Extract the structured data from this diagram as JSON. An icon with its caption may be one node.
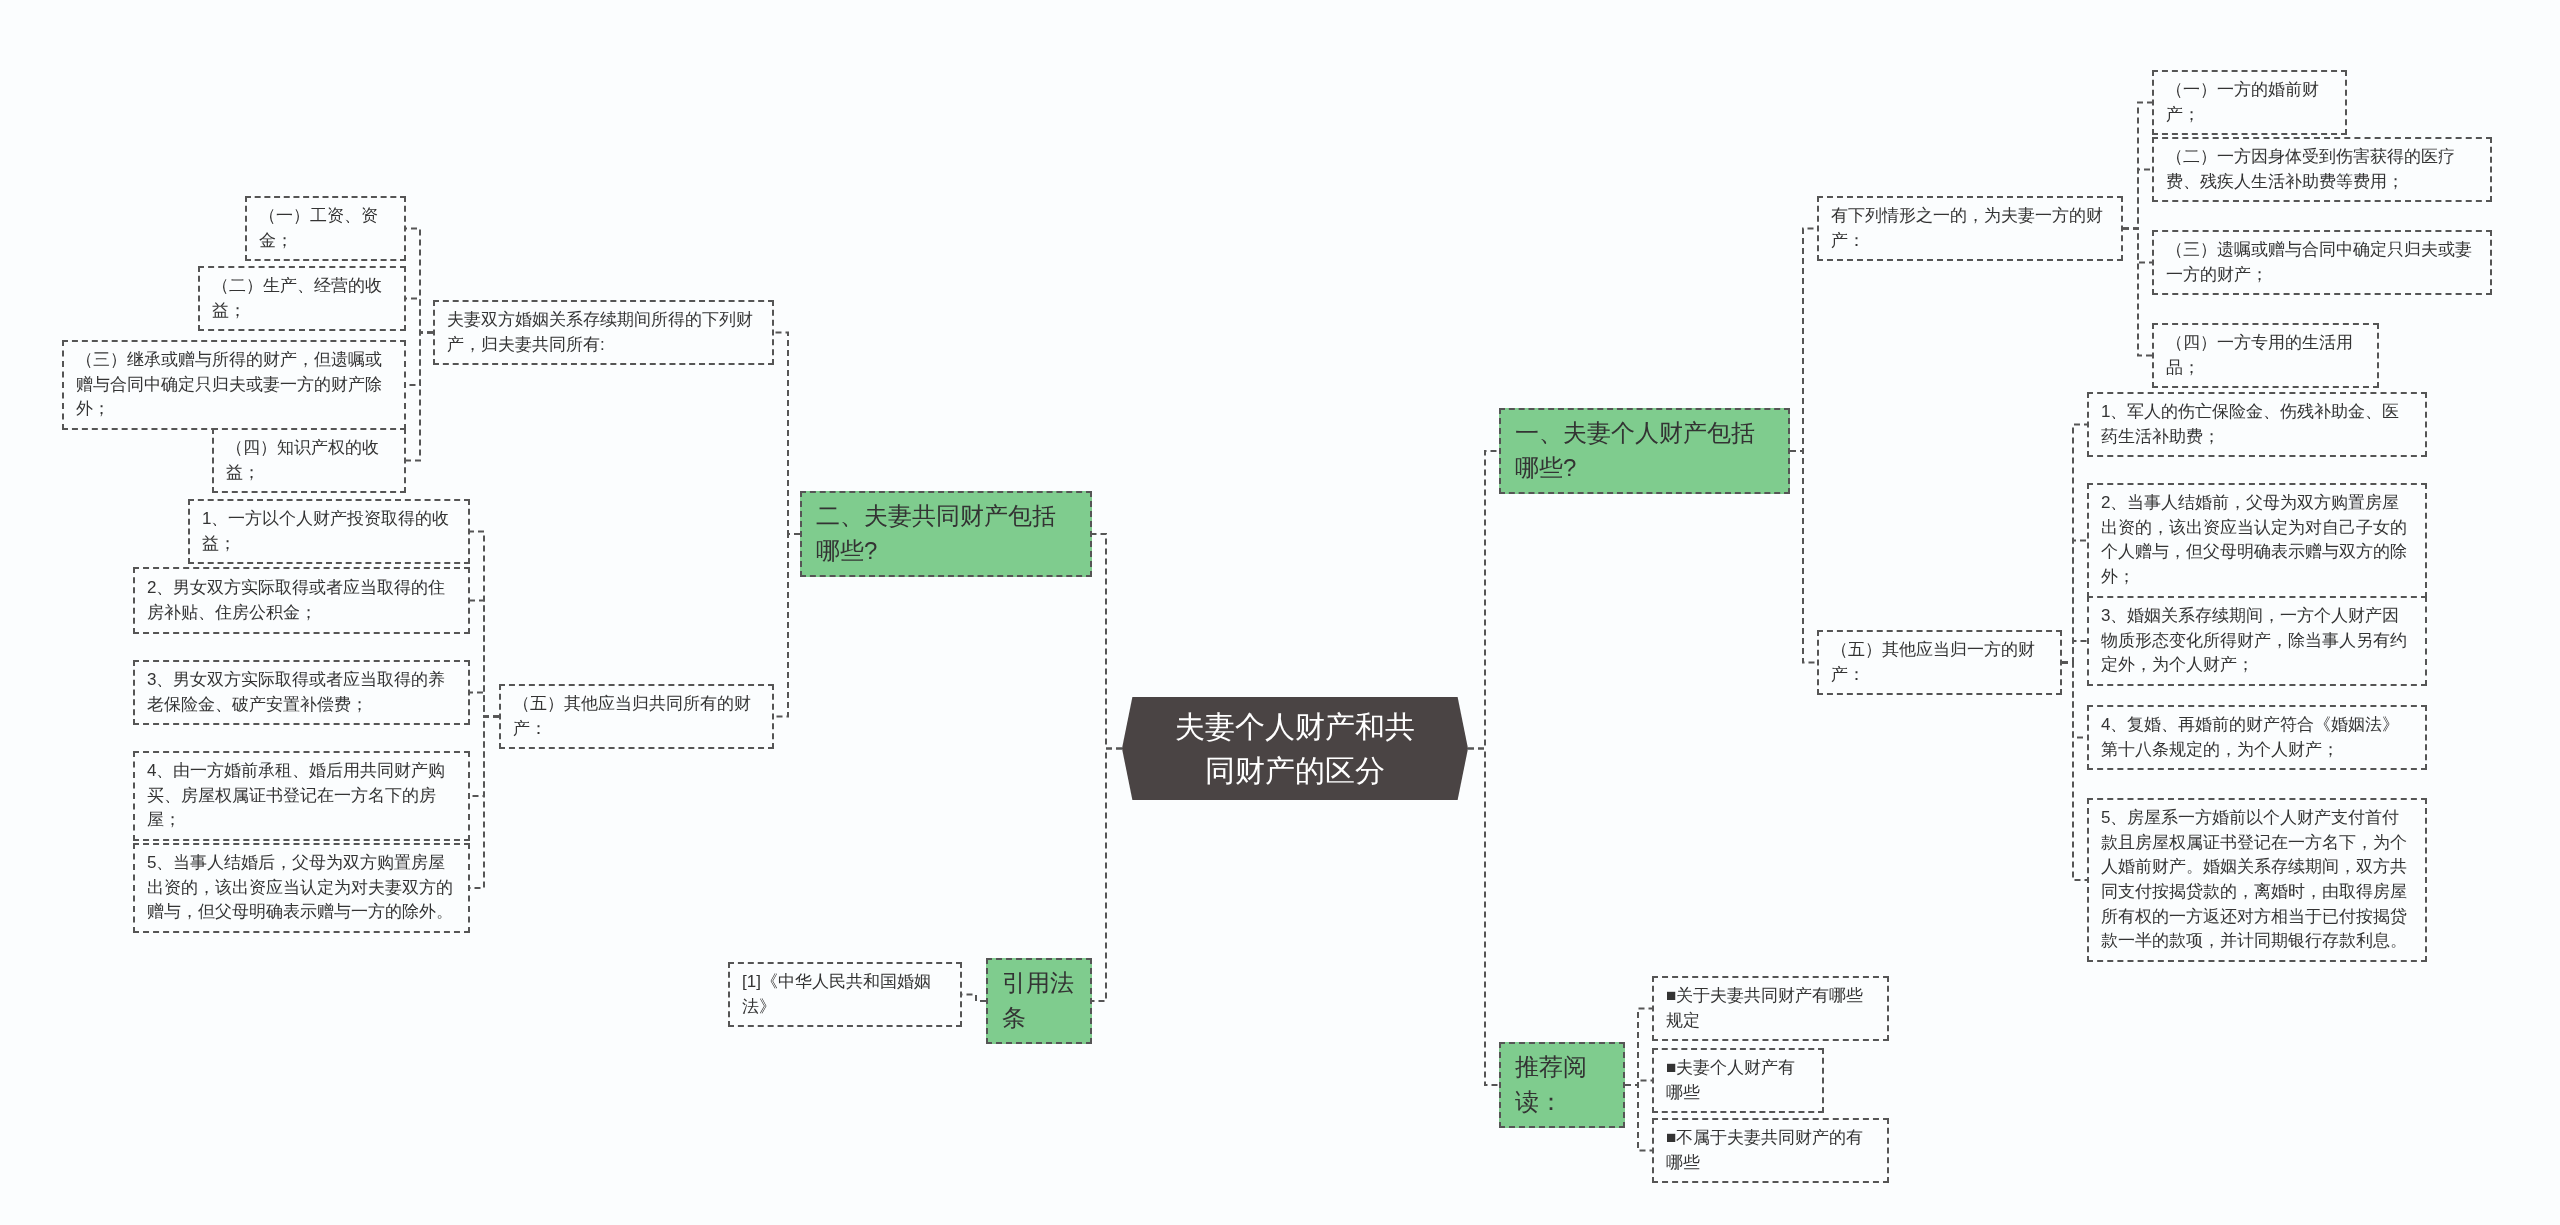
{
  "diagram": {
    "nodes": [
      {
        "text": [
          "夫妻个人财产和共同财产的区分"
        ]
      },
      {
        "text": [
          "二、夫妻共同财产包括哪些?"
        ]
      },
      {
        "text": [
          "夫妻双方婚姻关系存续期间所得的下列财产，归夫妻共同所有:"
        ]
      },
      {
        "text": [
          "（一）工资、资金；"
        ]
      },
      {
        "text": [
          "（二）生产、经营的收益；"
        ]
      },
      {
        "text": [
          "（三）继承或赠与所得的财产，但遗嘱或赠与合同中确定只归夫或妻一方的财产除外；"
        ]
      },
      {
        "text": [
          "（四）知识产权的收益；"
        ]
      },
      {
        "text": [
          "（五）其他应当归共同所有的财产："
        ]
      },
      {
        "text": [
          "1、一方以个人财产投资取得的收益；"
        ]
      },
      {
        "text": [
          "2、男女双方实际取得或者应当取得的住房补贴、住房公积金；"
        ]
      },
      {
        "text": [
          "3、男女双方实际取得或者应当取得的养老保险金、破产安置补偿费；"
        ]
      },
      {
        "text": [
          "4、由一方婚前承租、婚后用共同财产购买、房屋权属证书登记在一方名下的房屋；"
        ]
      },
      {
        "text": [
          "5、当事人结婚后，父母为双方购置房屋出资的，该出资应当认定为对夫妻双方的赠与，但父母明确表示赠与一方的除外。"
        ]
      },
      {
        "text": [
          "引用法条"
        ]
      },
      {
        "text": [
          "[1]《中华人民共和国婚姻法》"
        ]
      },
      {
        "text": [
          "一、夫妻个人财产包括哪些?"
        ]
      },
      {
        "text": [
          "有下列情形之一的，为夫妻一方的财产："
        ]
      },
      {
        "text": [
          "（一）一方的婚前财产；"
        ]
      },
      {
        "text": [
          "（二）一方因身体受到伤害获得的医疗费、残疾人生活补助费等费用；"
        ]
      },
      {
        "text": [
          "（三）遗嘱或赠与合同中确定只归夫或妻一方的财产；"
        ]
      },
      {
        "text": [
          "（四）一方专用的生活用品；"
        ]
      },
      {
        "text": [
          "（五）其他应当归一方的财产："
        ]
      },
      {
        "text": [
          "1、军人的伤亡保险金、伤残补助金、医药生活补助费；"
        ]
      },
      {
        "text": [
          "2、当事人结婚前，父母为双方购置房屋出资的，该出资应当认定为对自己子女的个人赠与，但父母明确表示赠与双方的除外；"
        ]
      },
      {
        "text": [
          "3、婚姻关系存续期间，一方个人财产因物质形态变化所得财产，除当事人另有约定外，为个人财产；"
        ]
      },
      {
        "text": [
          "4、复婚、再婚前的财产符合《婚姻法》第十八条规定的，为个人财产；"
        ]
      },
      {
        "text": [
          "5、房屋系一方婚前以个人财产支付首付款且房屋权属证书登记在一方名下，为个人婚前财产。婚姻关系存续期间，双方共同支付按揭贷款的，离婚时，由取得房屋所有权的一方返还对方相当于已付按揭贷款一半的款项，并计同期银行存款利息。"
        ]
      },
      {
        "text": [
          "推荐阅读："
        ]
      },
      {
        "text": [
          "■关于夫妻共同财产有哪些规定"
        ]
      },
      {
        "text": [
          "■夫妻个人财产有哪些"
        ]
      },
      {
        "text": [
          "■不属于夫妻共同财产的有哪些"
        ]
      }
    ],
    "edges": [
      {
        "from": 0,
        "to": 1,
        "arrow": "none"
      },
      {
        "from": 1,
        "to": 2,
        "arrow": "none"
      },
      {
        "from": 2,
        "to": 3,
        "arrow": "none"
      },
      {
        "from": 2,
        "to": 4,
        "arrow": "none"
      },
      {
        "from": 2,
        "to": 5,
        "arrow": "none"
      },
      {
        "from": 2,
        "to": 6,
        "arrow": "none"
      },
      {
        "from": 1,
        "to": 7,
        "arrow": "none"
      },
      {
        "from": 7,
        "to": 8,
        "arrow": "none"
      },
      {
        "from": 7,
        "to": 9,
        "arrow": "none"
      },
      {
        "from": 7,
        "to": 10,
        "arrow": "none"
      },
      {
        "from": 7,
        "to": 11,
        "arrow": "none"
      },
      {
        "from": 7,
        "to": 12,
        "arrow": "none"
      },
      {
        "from": 0,
        "to": 13,
        "arrow": "none"
      },
      {
        "from": 13,
        "to": 14,
        "arrow": "none"
      },
      {
        "from": 0,
        "to": 15,
        "arrow": "none"
      },
      {
        "from": 15,
        "to": 16,
        "arrow": "none"
      },
      {
        "from": 16,
        "to": 17,
        "arrow": "none"
      },
      {
        "from": 16,
        "to": 18,
        "arrow": "none"
      },
      {
        "from": 16,
        "to": 19,
        "arrow": "none"
      },
      {
        "from": 16,
        "to": 20,
        "arrow": "none"
      },
      {
        "from": 15,
        "to": 21,
        "arrow": "none"
      },
      {
        "from": 21,
        "to": 22,
        "arrow": "none"
      },
      {
        "from": 21,
        "to": 23,
        "arrow": "none"
      },
      {
        "from": 21,
        "to": 24,
        "arrow": "none"
      },
      {
        "from": 21,
        "to": 25,
        "arrow": "none"
      },
      {
        "from": 21,
        "to": 26,
        "arrow": "none"
      },
      {
        "from": 0,
        "to": 27,
        "arrow": "none"
      },
      {
        "from": 27,
        "to": 28,
        "arrow": "none"
      },
      {
        "from": 27,
        "to": 29,
        "arrow": "none"
      },
      {
        "from": 27,
        "to": 30,
        "arrow": "none"
      }
    ]
  }
}
